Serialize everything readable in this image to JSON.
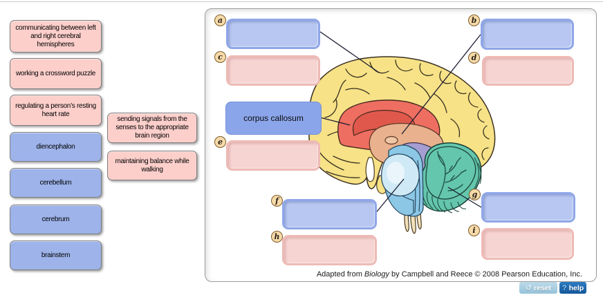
{
  "activity": {
    "word_bank": {
      "left_column": [
        {
          "label": "communicating between left and right cerebral hemispheres",
          "kind": "function"
        },
        {
          "label": "working a crossword puzzle",
          "kind": "function"
        },
        {
          "label": "regulating a person’s resting heart rate",
          "kind": "function"
        },
        {
          "label": "diencephalon",
          "kind": "structure"
        },
        {
          "label": "cerebellum",
          "kind": "structure"
        },
        {
          "label": "cerebrum",
          "kind": "structure"
        },
        {
          "label": "brainstem",
          "kind": "structure"
        }
      ],
      "middle_column": [
        {
          "label": "sending signals from the senses to the appropriate brain region",
          "kind": "function"
        },
        {
          "label": "maintaining balance while walking",
          "kind": "function"
        }
      ]
    },
    "placed_tiles": [
      {
        "label": "corpus callosum",
        "kind": "structure"
      }
    ],
    "drop_zones": [
      {
        "letter": "a",
        "kind": "structure"
      },
      {
        "letter": "b",
        "kind": "structure"
      },
      {
        "letter": "c",
        "kind": "function"
      },
      {
        "letter": "d",
        "kind": "function"
      },
      {
        "letter": "e",
        "kind": "function"
      },
      {
        "letter": "f",
        "kind": "structure"
      },
      {
        "letter": "g",
        "kind": "structure"
      },
      {
        "letter": "h",
        "kind": "function"
      },
      {
        "letter": "i",
        "kind": "function"
      }
    ],
    "caption": {
      "prefix": "Adapted from ",
      "italic": "Biology",
      "suffix": " by Campbell and Reece © 2008 Pearson Education, Inc."
    }
  },
  "controls": {
    "reset_label": "reset",
    "reset_icon": "↺",
    "help_label": "help",
    "help_icon": "?"
  },
  "colors": {
    "tile_pink": "#fccfcb",
    "tile_blue": "#9db3ea",
    "dropzone_blue": "#b7c7f1",
    "dropzone_pink": "#f6d4d2",
    "placed_tile_blue": "#8ba5ea",
    "letter_badge": "#f6daa9",
    "cerebrum_yellow": "#f7e287",
    "corpus_callosum_red": "#ee6e61",
    "diencephalon_tan": "#e9b18d",
    "midbrain_purple": "#a59ed2",
    "pons_blue": "#cfe9f6",
    "medulla_blue": "#8cc7e6",
    "cerebellum_teal": "#64c6ac",
    "spinal_cream": "#f2e2bb",
    "help_button_blue": "#15589c",
    "reset_button_blue": "#9cc6dc"
  }
}
